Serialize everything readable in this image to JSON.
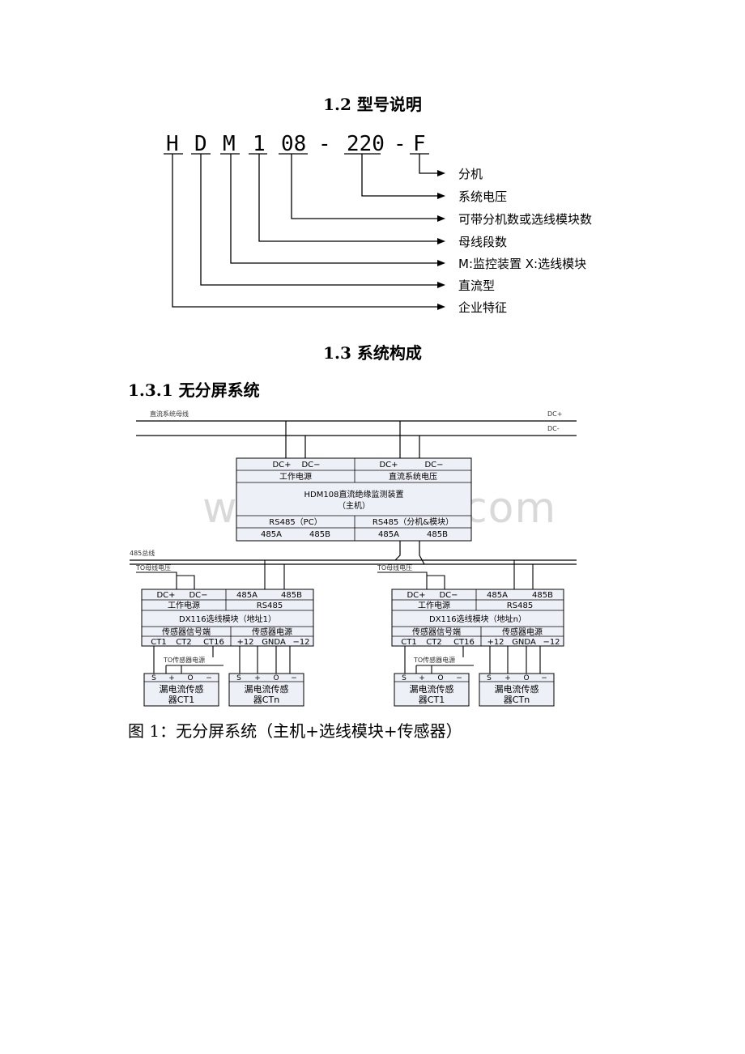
{
  "headings": {
    "sec_1_2": "1.2 型号说明",
    "sec_1_3": "1.3 系统构成",
    "sec_1_3_1": "1.3.1 无分屏系统"
  },
  "model_code": {
    "chars": [
      "H",
      "D",
      "M",
      "1",
      "08",
      "-",
      "220",
      "-",
      "F"
    ],
    "labels": [
      "分机",
      "系统电压",
      "可带分机数或选线模块数",
      "母线段数",
      "M:监控装置 X:选线模块",
      "直流型",
      "企业特征"
    ]
  },
  "diagram": {
    "bus_title": "直流系统母线",
    "bus_plus": "DC+",
    "bus_minus": "DC-",
    "host": {
      "dcp": "DC+",
      "dcm": "DC−",
      "dcp2": "DC+",
      "dcm2": "DC−",
      "power": "工作电源",
      "sysv": "直流系统电压",
      "name": "HDM108直流绝缘监测装置",
      "sub": "（主机）",
      "rs485pc": "RS485（PC）",
      "rs485mod": "RS485（分机&模块）",
      "a1": "485A",
      "b1": "485B",
      "a2": "485A",
      "b2": "485B"
    },
    "bus485": "485总线",
    "modules": [
      {
        "to_bus": "TO母线电压",
        "dcp": "DC+",
        "dcm": "DC−",
        "a": "485A",
        "b": "485B",
        "power": "工作电源",
        "rs485": "RS485",
        "name": "DX116选线模块（地址1）",
        "sig": "传感器信号端",
        "spwr": "传感器电源",
        "ct1": "CT1",
        "ct2": "CT2",
        "ct16": "CT16",
        "p12": "+12",
        "gnda": "GNDA",
        "m12": "−12",
        "to_sensor": "TO传感器电源",
        "s1": {
          "pins": [
            "S",
            "+",
            "O",
            "−"
          ],
          "l1": "漏电流传感",
          "l2": "器CT1"
        },
        "s2": {
          "pins": [
            "S",
            "+",
            "O",
            "−"
          ],
          "l1": "漏电流传感",
          "l2": "器CTn"
        }
      },
      {
        "to_bus": "TO母线电压",
        "dcp": "DC+",
        "dcm": "DC−",
        "a": "485A",
        "b": "485B",
        "power": "工作电源",
        "rs485": "RS485",
        "name": "DX116选线模块（地址n）",
        "sig": "传感器信号端",
        "spwr": "传感器电源",
        "ct1": "CT1",
        "ct2": "CT2",
        "ct16": "CT16",
        "p12": "+12",
        "gnda": "GNDA",
        "m12": "−12",
        "to_sensor": "TO传感器电源",
        "s1": {
          "pins": [
            "S",
            "+",
            "O",
            "−"
          ],
          "l1": "漏电流传感",
          "l2": "器CT1"
        },
        "s2": {
          "pins": [
            "S",
            "+",
            "O",
            "−"
          ],
          "l1": "漏电流传感",
          "l2": "器CTn"
        }
      }
    ]
  },
  "watermark": "www.bdocx.com",
  "caption": "图 1：无分屏系统（主机+选线模块+传感器）"
}
